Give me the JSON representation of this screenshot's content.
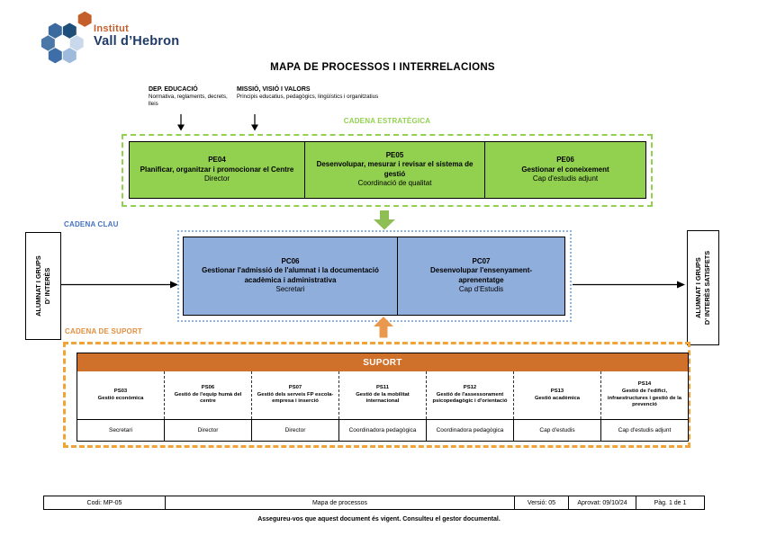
{
  "logo": {
    "institut": "Institut",
    "name": "Vall d’Hebron"
  },
  "title": "MAPA DE PROCESSOS I INTERRELACIONS",
  "inputs": {
    "dep": {
      "title": "DEP. EDUCACIÓ",
      "sub": "Normativa, reglaments, decrets, lleis"
    },
    "missio": {
      "title": "MISSIÓ, VISIÓ I VALORS",
      "sub": "Principis educatius, pedagògics, lingüístics i organitzatius"
    }
  },
  "chains": {
    "estrategica": {
      "label": "CADENA ESTRATÈGICA",
      "processes": [
        {
          "code": "PE04",
          "name": "Planificar, organitzar i promocionar el Centre",
          "role": "Director"
        },
        {
          "code": "PE05",
          "name": "Desenvolupar, mesurar i revisar el sistema de gestió",
          "role": "Coordinació de qualitat"
        },
        {
          "code": "PE06",
          "name": "Gestionar el coneixement",
          "role": "Cap d'estudis adjunt"
        }
      ]
    },
    "clau": {
      "label": "CADENA CLAU",
      "processes": [
        {
          "code": "PC06",
          "name": "Gestionar l'admissió de l'alumnat i la documentació acadèmica i administrativa",
          "role": "Secretari"
        },
        {
          "code": "PC07",
          "name": "Desenvolupar l'ensenyament-aprenentatge",
          "role": "Cap d’Estudis"
        }
      ]
    },
    "suport": {
      "label": "CADENA DE SUPORT",
      "header": "SUPORT",
      "processes": [
        {
          "code": "PS03",
          "name": "Gestió econòmica",
          "role": "Secretari"
        },
        {
          "code": "PS06",
          "name": "Gestió de l'equip humà del centre",
          "role": "Director"
        },
        {
          "code": "PS07",
          "name": "Gestió dels serveis FP escola-empresa i inserció",
          "role": "Director"
        },
        {
          "code": "PS11",
          "name": "Gestió de la mobilitat internacional",
          "role": "Coordinadora pedagògica"
        },
        {
          "code": "PS12",
          "name": "Gestió de l'assessorament psicopedagògic i d'orientació",
          "role": "Coordinadora pedagògica"
        },
        {
          "code": "PS13",
          "name": "Gestió acadèmica",
          "role": "Cap d'estudis"
        },
        {
          "code": "PS14",
          "name": "Gestió de l'edifici, infraestructures i gestió de la prevenció",
          "role": "Cap d'estudis adjunt"
        }
      ]
    }
  },
  "sides": {
    "left": {
      "line1": "ALUMNAT I GRUPS",
      "line2": "D’  INTERÈS"
    },
    "right": {
      "line1": "ALUMNAT I GRUPS",
      "line2": "D’  INTERÈS SATISFETS"
    }
  },
  "footer": {
    "codi": "Codi: MP-05",
    "document": "Mapa de processos",
    "versio": "Versió:  05",
    "aprovat": "Aprovat: 09/10/24",
    "pagina": "Pàg.  1 de 1",
    "note": "Assegureu-vos que aquest document és vigent.  Consulteu el gestor documental."
  },
  "colors": {
    "green": "#92D050",
    "blue_fill": "#8FAEDC",
    "blue_label": "#4472C4",
    "blue_dotted": "#8EB4E3",
    "orange_bar": "#D0712B",
    "orange_dash": "#F2A338",
    "orange_label": "#E28F3F",
    "logo_orange": "#C45F2C",
    "logo_navy": "#1E3A66"
  }
}
